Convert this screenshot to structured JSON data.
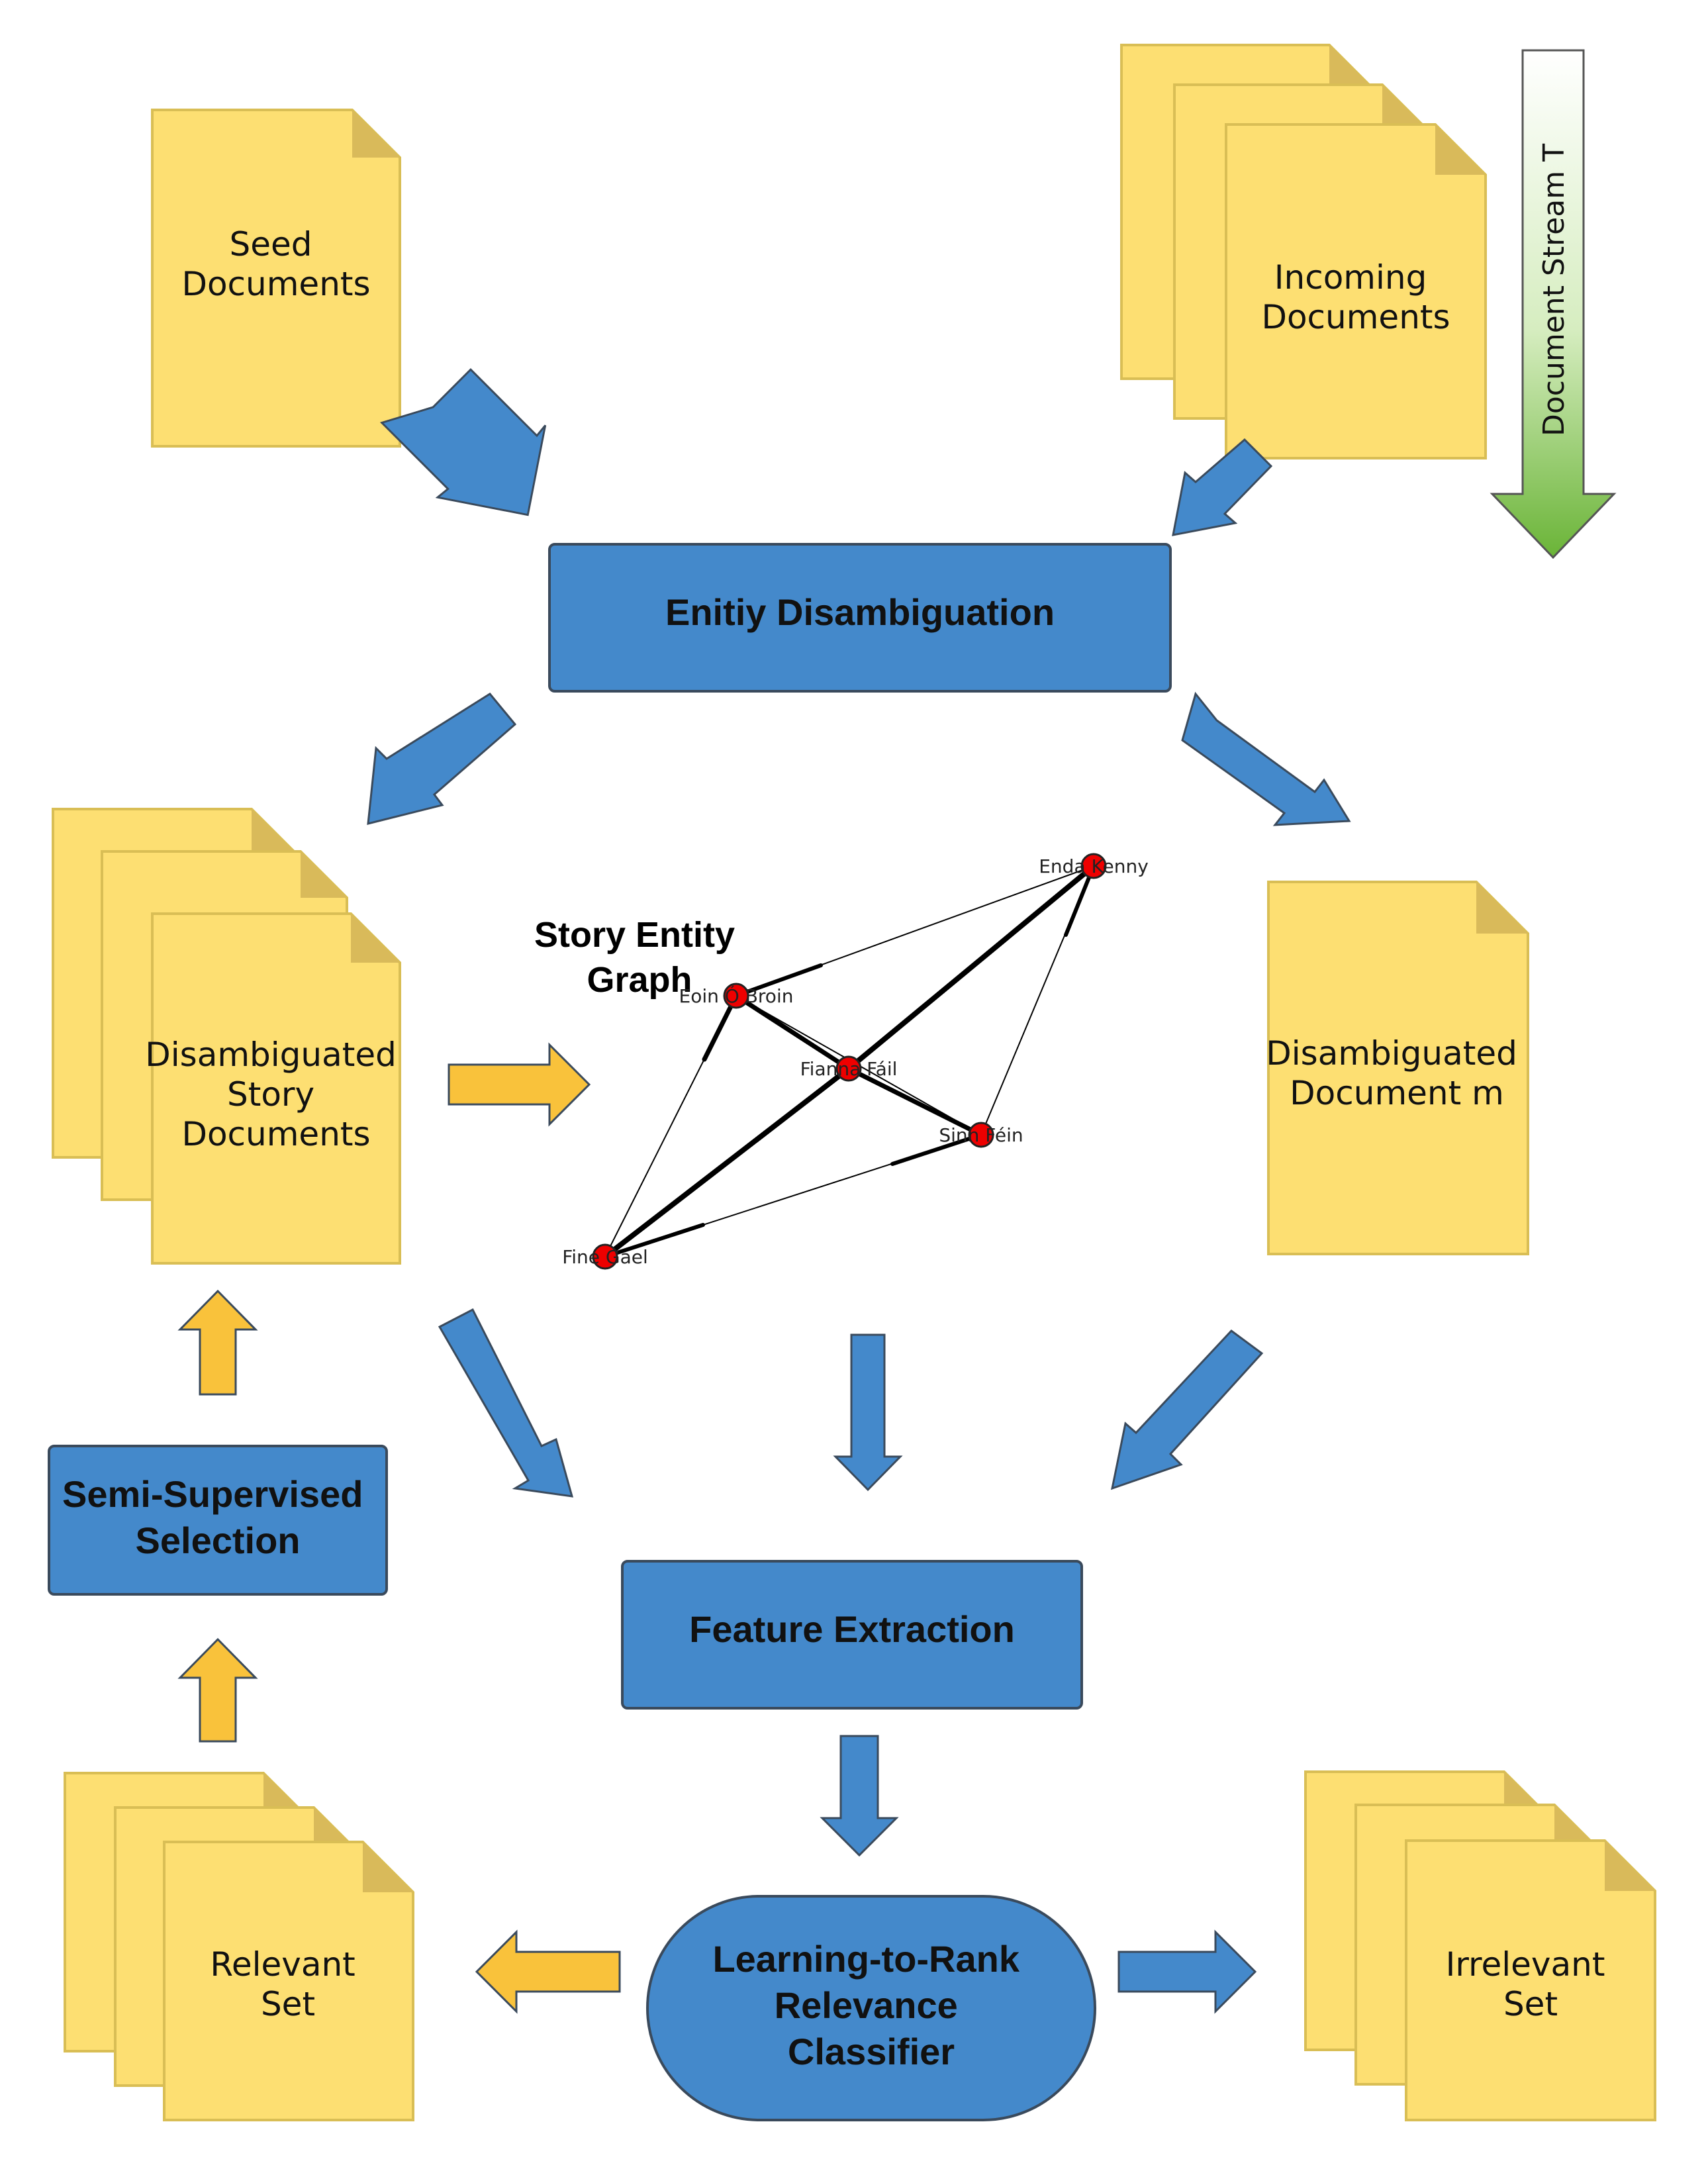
{
  "colors": {
    "doc_fill": "#FDDF72",
    "doc_stroke": "#D9BE55",
    "doc_fold": "#D9BA5A",
    "box_fill": "#4489CB",
    "box_stroke": "#3A4A5C",
    "blue_arrow": "#4489CB",
    "yellow_arrow": "#F9C23B",
    "node_fill": "#EE0000",
    "stream_green_top": "#FFFFFF",
    "stream_green_bottom": "#6AB437"
  },
  "documents": {
    "seed": [
      "Seed",
      "Documents"
    ],
    "incoming": [
      "Incoming",
      "Documents"
    ],
    "disambiguated_story": [
      "Disambiguated",
      "Story",
      "Documents"
    ],
    "disambiguated_document": [
      "Disambiguated",
      "Document m"
    ],
    "relevant": [
      "Relevant",
      "Set"
    ],
    "irrelevant": [
      "Irrelevant",
      "Set"
    ]
  },
  "process": {
    "entity_disambiguation": "Enitiy Disambiguation",
    "feature_extraction": "Feature Extraction",
    "semi_supervised": [
      "Semi-Supervised",
      "Selection"
    ],
    "classifier": [
      "Learning-to-Rank",
      "Relevance",
      "Classifier"
    ]
  },
  "stream_label": "Document Stream T",
  "graph": {
    "title": [
      "Story Entity",
      "Graph"
    ],
    "nodes": [
      {
        "id": "enda",
        "label": "Enda Kenny",
        "icon": "entity-node-icon"
      },
      {
        "id": "eoin",
        "label": "Eoin Ó Broin",
        "icon": "entity-node-icon"
      },
      {
        "id": "fianna",
        "label": "Fianna Fáil",
        "icon": "entity-node-icon"
      },
      {
        "id": "sinn",
        "label": "Sinn Féin",
        "icon": "entity-node-icon"
      },
      {
        "id": "fine",
        "label": "Fine Gael",
        "icon": "entity-node-icon"
      }
    ]
  }
}
